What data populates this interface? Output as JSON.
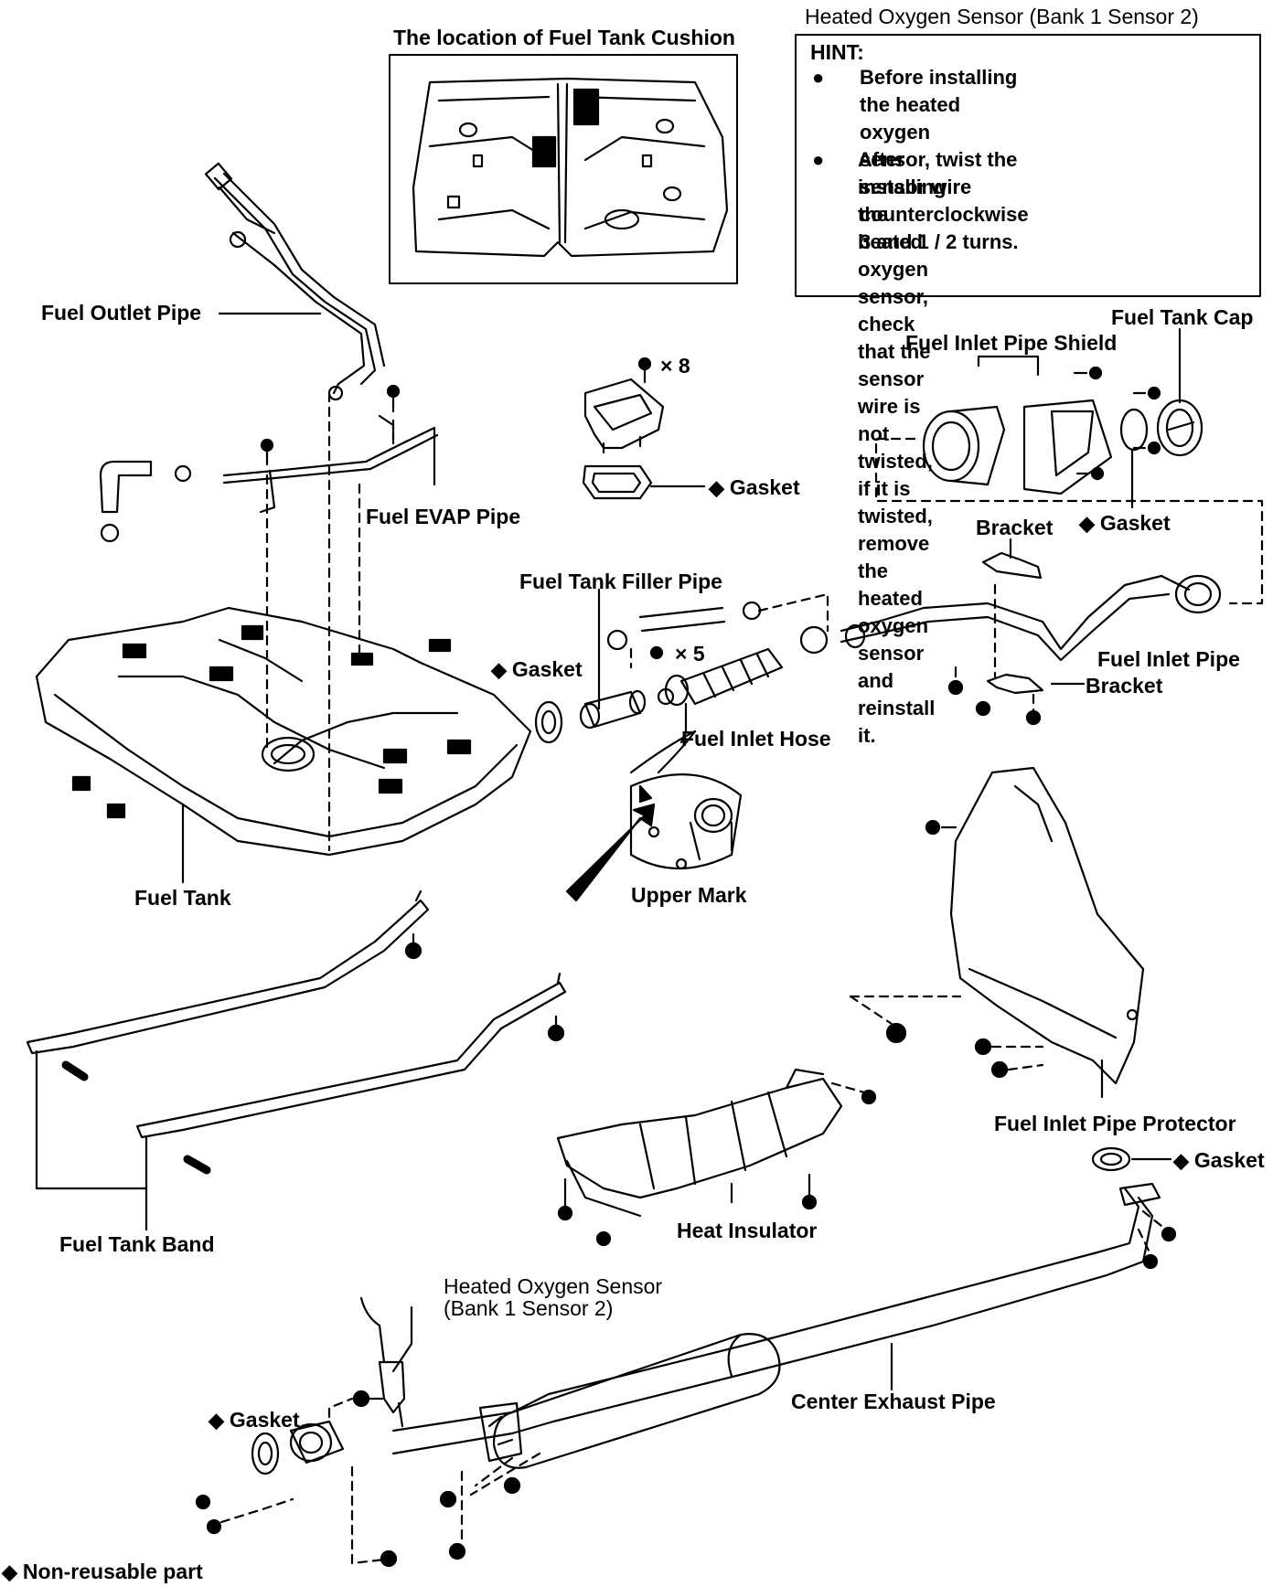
{
  "labels": {
    "cushion_title": "The location of Fuel Tank Cushion",
    "oxygen_header": "Heated Oxygen Sensor (Bank 1 Sensor 2)",
    "hint_title": "HINT:",
    "hint_1": "Before installing the heated oxygen\nsensor, twist the sensor wire\ncounterclockwise 3 and 1 / 2 turns.",
    "hint_2": "After installing the heated oxygen\nsensor, check that the sensor wire is\nnot twisted, if it is twisted, remove\nthe heated oxygen sensor and\nreinstall it.",
    "fuel_outlet_pipe": "Fuel Outlet Pipe",
    "fuel_tank_cap": "Fuel Tank Cap",
    "fuel_inlet_pipe_shield": "Fuel Inlet Pipe Shield",
    "x8": "× 8",
    "gasket": "Gasket",
    "fuel_evap_pipe": "Fuel EVAP Pipe",
    "bracket": "Bracket",
    "fuel_tank_filler_pipe": "Fuel Tank Filler Pipe",
    "x5": "× 5",
    "fuel_inlet_pipe": "Fuel Inlet Pipe",
    "fuel_inlet_hose": "Fuel Inlet Hose",
    "upper_mark": "Upper Mark",
    "fuel_tank": "Fuel Tank",
    "fuel_inlet_pipe_protector": "Fuel Inlet Pipe Protector",
    "heat_insulator": "Heat Insulator",
    "fuel_tank_band": "Fuel Tank Band",
    "heated_oxygen_sensor": "Heated Oxygen Sensor\n(Bank 1 Sensor 2)",
    "center_exhaust_pipe": "Center Exhaust Pipe",
    "non_reusable": "Non-reusable part"
  }
}
